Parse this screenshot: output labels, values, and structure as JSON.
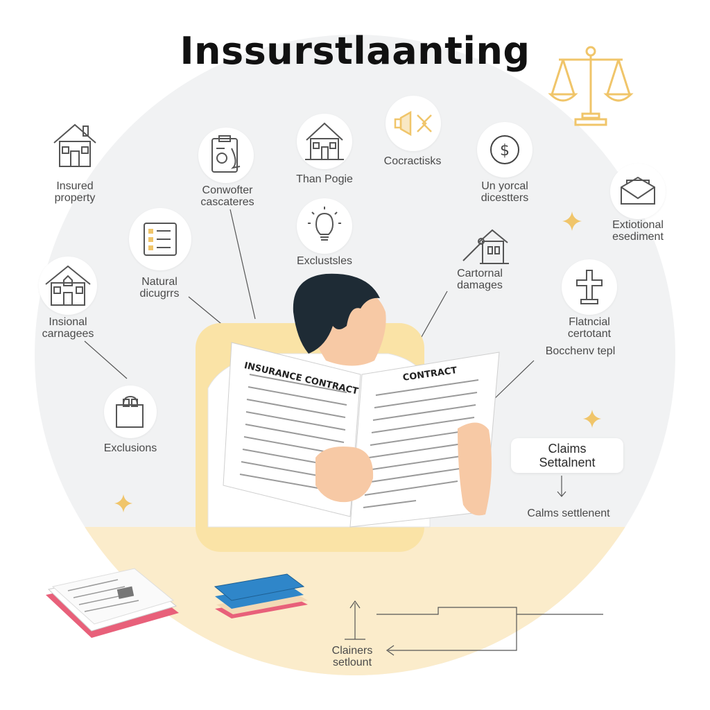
{
  "title": "Inssurstlaanting",
  "labels": {
    "insured_property": "Insured\nproperty",
    "conwofter": "Conwofter\ncascateres",
    "than_pogie": "Than Pogie",
    "cocractisks": "Cocractisks",
    "un_yorcal": "Un yorcal\ndicestters",
    "extiotional": "Extiotional\nesediment",
    "natural": "Natural\ndicugrrs",
    "exclustsles": "Exclustsles",
    "cartornal": "Cartornal\ndamages",
    "flatncial": "Flatncial\ncertotant",
    "insional": "Insional\ncarnagees",
    "bocchenv": "Bocchenv tepl",
    "exclusions": "Exclusions",
    "claims_pill": "Claims\nSettalnent",
    "calms": "Calms settlenent",
    "clainers": "Clainers\nsetlount"
  },
  "document": {
    "left_heading": "INSURANCE CONTRACT",
    "right_heading": "CONTRACT"
  },
  "icons": [
    "house-icon",
    "clipboard-icon",
    "house-icon",
    "megaphone-icon",
    "dollar-coin-icon",
    "envelope-icon",
    "checklist-icon",
    "lightbulb-icon",
    "house-repair-icon",
    "cross-icon",
    "house-icon",
    "box-icon",
    "scales-of-justice-icon",
    "sparkle-icon"
  ],
  "colors": {
    "accent_gold": "#f0c56a",
    "background_circle": "#f1f2f3",
    "desk": "#fbeccb",
    "chair": "#fae3a6",
    "book_blue": "#2f86c9",
    "book_pink": "#e8607a"
  }
}
